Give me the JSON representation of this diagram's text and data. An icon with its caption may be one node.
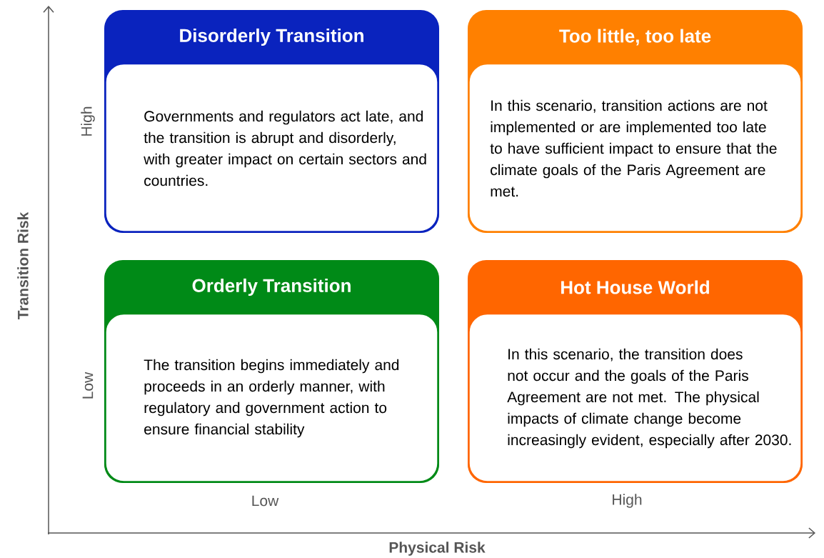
{
  "diagram": {
    "nodes": [
      {
        "text": [
          "Disorderly Transition",
          "Governments and regulators act late, and the transition is abrupt and disorderly, with greater impact on certain sectors and countries."
        ]
      },
      {
        "text": [
          "Too little, too late",
          "In this scenario, transition actions are not implemented or are implemented too late to have sufficient impact to ensure that the climate goals of the Paris Agreement are met."
        ]
      },
      {
        "text": [
          "Orderly Transition",
          "The transition begins immediately and proceeds in an orderly manner, with regulatory and government action to ensure financial stability"
        ]
      },
      {
        "text": [
          "Hot House World",
          "In this scenario, the transition does not occur and the goals of the Paris Agreement are not met. The physical impacts of climate change become increasingly evident, especially after 2030."
        ]
      }
    ],
    "labels": [
      "High",
      "Low",
      "Low",
      "High",
      "Transition Risk",
      "Physical Risk"
    ]
  }
}
